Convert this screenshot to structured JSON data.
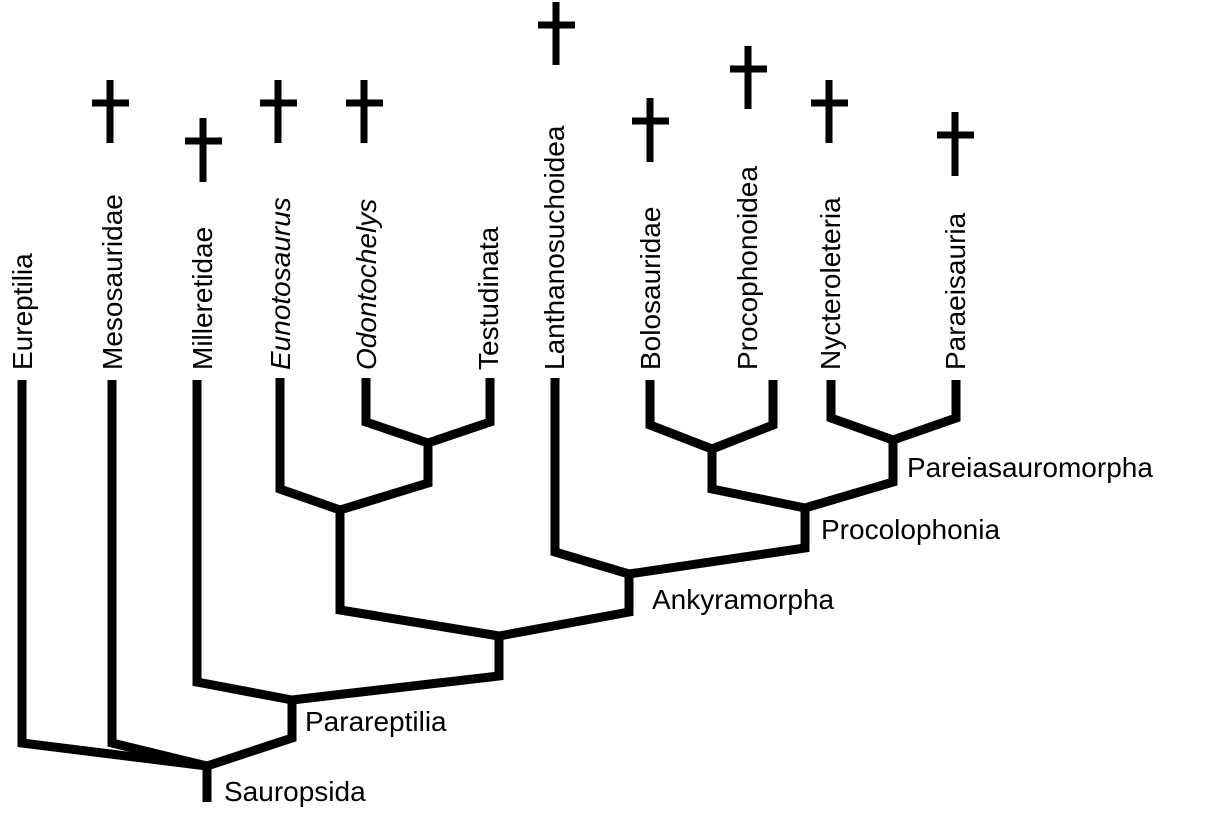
{
  "taxa": {
    "eureptilia": "Eureptilia",
    "mesosauridae": "Mesosauridae",
    "milleretidae": "Milleretidae",
    "eunotosaurus": "Eunotosaurus",
    "odontochelys": "Odontochelys",
    "testudinata": "Testudinata",
    "lanthanosuchoidea": "Lanthanosuchoidea",
    "bolosauridae": "Bolosauridae",
    "procolophonoidea": "Procophonoidea",
    "nycteroleteria": "Nycteroleteria",
    "paraeisauria": "Paraeisauria"
  },
  "nodes": {
    "sauropsida": "Sauropsida",
    "parareptilia": "Parareptilia",
    "ankyramorpha": "Ankyramorpha",
    "procolophonia": "Procolophonia",
    "pareiasauromorpha": "Pareiasauromorpha"
  },
  "extinct_marker": "dagger-icon",
  "colors": {
    "line": "#000000",
    "background": "#ffffff"
  }
}
